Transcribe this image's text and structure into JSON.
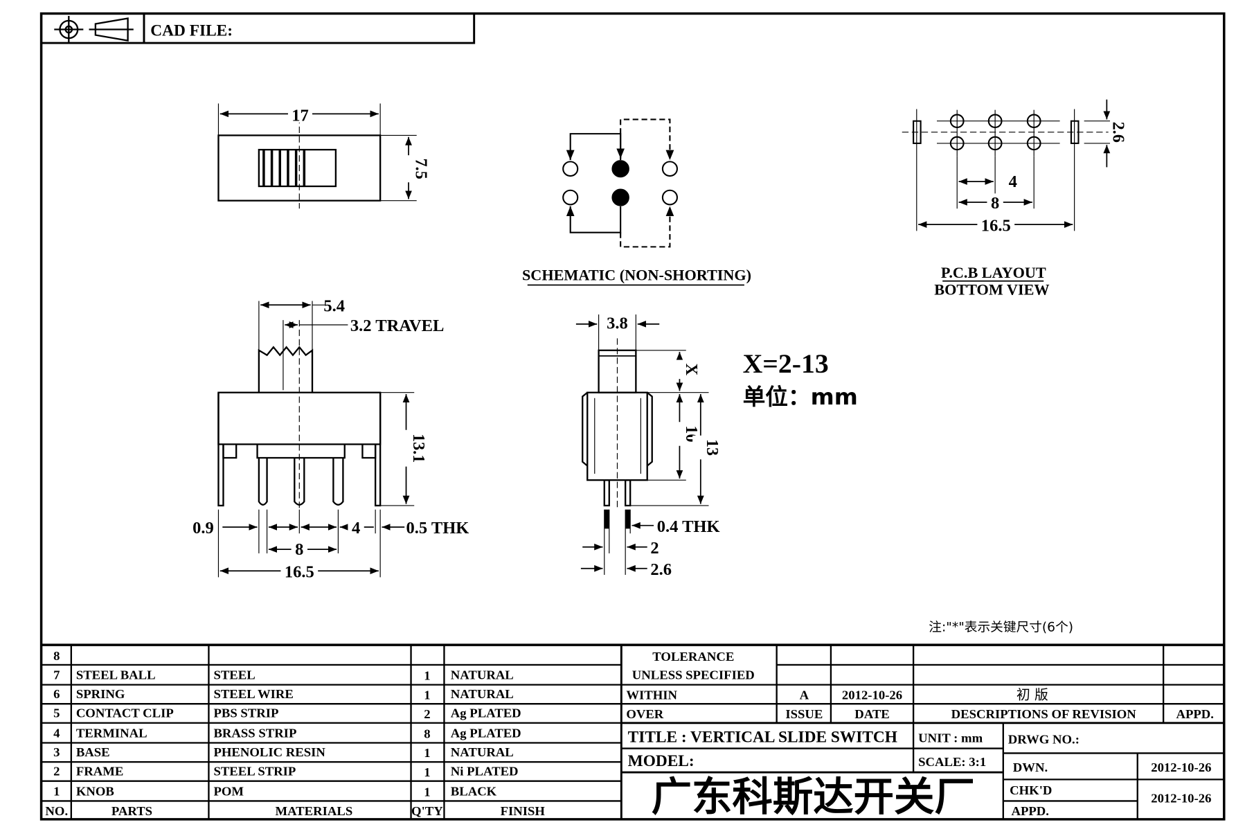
{
  "header": {
    "cad_file_label": "CAD FILE:"
  },
  "views": {
    "top": {
      "width": "17",
      "height": "7.5"
    },
    "schematic": {
      "caption": "SCHEMATIC (NON-SHORTING)"
    },
    "pcb": {
      "caption_line1": "P.C.B LAYOUT",
      "caption_line2": "BOTTOM VIEW",
      "dim_pitch_y": "2.6",
      "dim_pitch": "4",
      "dim_span": "8",
      "dim_total": "16.5"
    },
    "front": {
      "knob_width": "5.4",
      "travel": "3.2 TRAVEL",
      "height": "13.1",
      "pin_width": "0.9",
      "pin_pitch": "4",
      "thickness": "0.5 THK",
      "span": "8",
      "total": "16.5"
    },
    "side": {
      "width": "3.8",
      "knob_height": "X",
      "body_height": "10",
      "total_height": "13",
      "thickness": "0.4 THK",
      "pitch": "2",
      "span": "2.6"
    },
    "notes": {
      "x_range": "X=2-13",
      "unit": "单位：mm",
      "note": "注:\"*\"表示关键尺寸(6个)"
    }
  },
  "bom": {
    "empty_row_no": "8",
    "rows": [
      {
        "no": "7",
        "part": "STEEL BALL",
        "material": "STEEL",
        "qty": "1",
        "finish": "NATURAL"
      },
      {
        "no": "6",
        "part": "SPRING",
        "material": "STEEL WIRE",
        "qty": "1",
        "finish": "NATURAL"
      },
      {
        "no": "5",
        "part": "CONTACT CLIP",
        "material": "PBS STRIP",
        "qty": "2",
        "finish": "Ag PLATED"
      },
      {
        "no": "4",
        "part": "TERMINAL",
        "material": "BRASS STRIP",
        "qty": "8",
        "finish": "Ag PLATED"
      },
      {
        "no": "3",
        "part": "BASE",
        "material": "PHENOLIC RESIN",
        "qty": "1",
        "finish": "NATURAL"
      },
      {
        "no": "2",
        "part": "FRAME",
        "material": "STEEL STRIP",
        "qty": "1",
        "finish": "Ni PLATED"
      },
      {
        "no": "1",
        "part": "KNOB",
        "material": "POM",
        "qty": "1",
        "finish": "BLACK"
      }
    ],
    "headers": {
      "no": "NO.",
      "parts": "PARTS",
      "materials": "MATERIALS",
      "qty": "Q'TY",
      "finish": "FINISH"
    }
  },
  "title_block": {
    "tolerance": "TOLERANCE",
    "unless": "UNLESS SPECIFIED",
    "within": "WITHIN",
    "over": "OVER",
    "rev_issue": "A",
    "rev_date": "2012-10-26",
    "rev_desc": "初 版",
    "issue_label": "ISSUE",
    "date_label": "DATE",
    "desc_label": "DESCRIPTIONS OF REVISION",
    "appd_label": "APPD.",
    "title": "TITLE :  VERTICAL SLIDE SWITCH",
    "model": "MODEL:",
    "unit": "UNIT :  mm",
    "scale": "SCALE:  3:1",
    "drwg_no": "DRWG NO.:",
    "company": "广东科斯达开关厂",
    "dwn_label": "DWN.",
    "dwn_date": "2012-10-26",
    "chkd_label": "CHK'D",
    "appd2_label": "APPD.",
    "chkd_date": "2012-10-26"
  }
}
